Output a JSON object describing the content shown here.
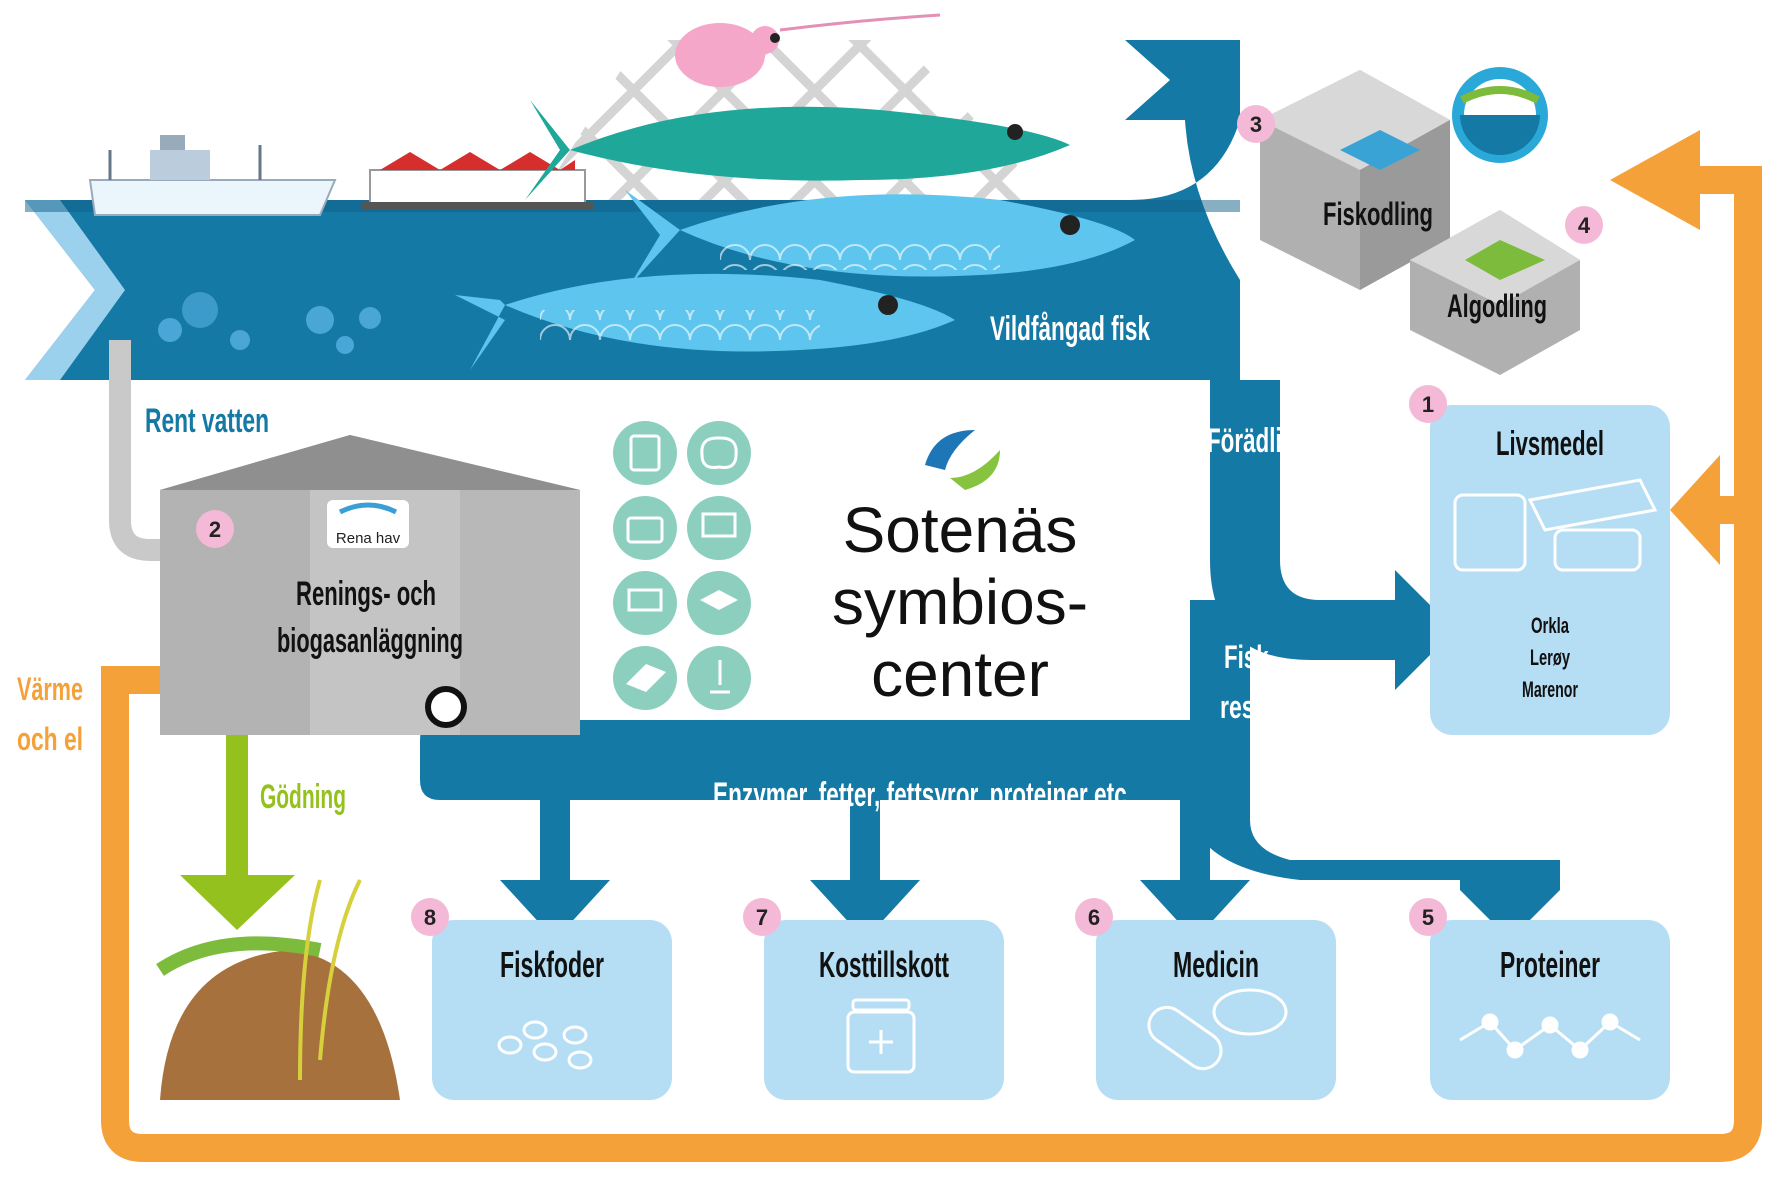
{
  "center": {
    "title_line1": "Sotenäs",
    "title_line2": "symbios-",
    "title_line3": "center"
  },
  "sea": {
    "wild_fish_label": "Vildfångad fisk"
  },
  "flows": {
    "clean_water": "Rent vatten",
    "refining": "Förädling",
    "fish_rest_line1": "Fisk-",
    "fish_rest_line2": "rester",
    "extracts": "Enzymer, fetter, fettsyror, proteiner etc.",
    "fertilizer": "Gödning",
    "heat_line1": "Värme",
    "heat_line2": "och el"
  },
  "plant": {
    "badge": "2",
    "brand": "Rena hav",
    "name_line1": "Renings- och",
    "name_line2": "biogasanläggning"
  },
  "farming": {
    "fish_badge": "3",
    "fish_label": "Fiskodling",
    "algae_badge": "4",
    "algae_label": "Algodling"
  },
  "food": {
    "badge": "1",
    "title": "Livsmedel",
    "companies": [
      "Orkla",
      "Lerøy",
      "Marenor"
    ]
  },
  "products": [
    {
      "badge": "8",
      "label": "Fiskfoder",
      "icon": "pellets-icon"
    },
    {
      "badge": "7",
      "label": "Kosttillskott",
      "icon": "supplement-jar-icon"
    },
    {
      "badge": "6",
      "label": "Medicin",
      "icon": "pills-icon"
    },
    {
      "badge": "5",
      "label": "Proteiner",
      "icon": "protein-chain-icon"
    }
  ],
  "activity_icons": [
    "calculator-icon",
    "brain-icon",
    "briefcase-icon",
    "monitor-icon",
    "whiteboard-icon",
    "graduation-cap-icon",
    "book-icon",
    "microscope-icon"
  ],
  "colors": {
    "sea_blue": "#1579a6",
    "sea_dark": "#0f5f86",
    "box_blue": "#b5def5",
    "badge_pink": "#f3b9d6",
    "orange_loop": "#f5a13a",
    "green_arrow": "#95c11f",
    "teal_icon": "#8ccfbf",
    "pipe_gray": "#c9c9c9"
  }
}
